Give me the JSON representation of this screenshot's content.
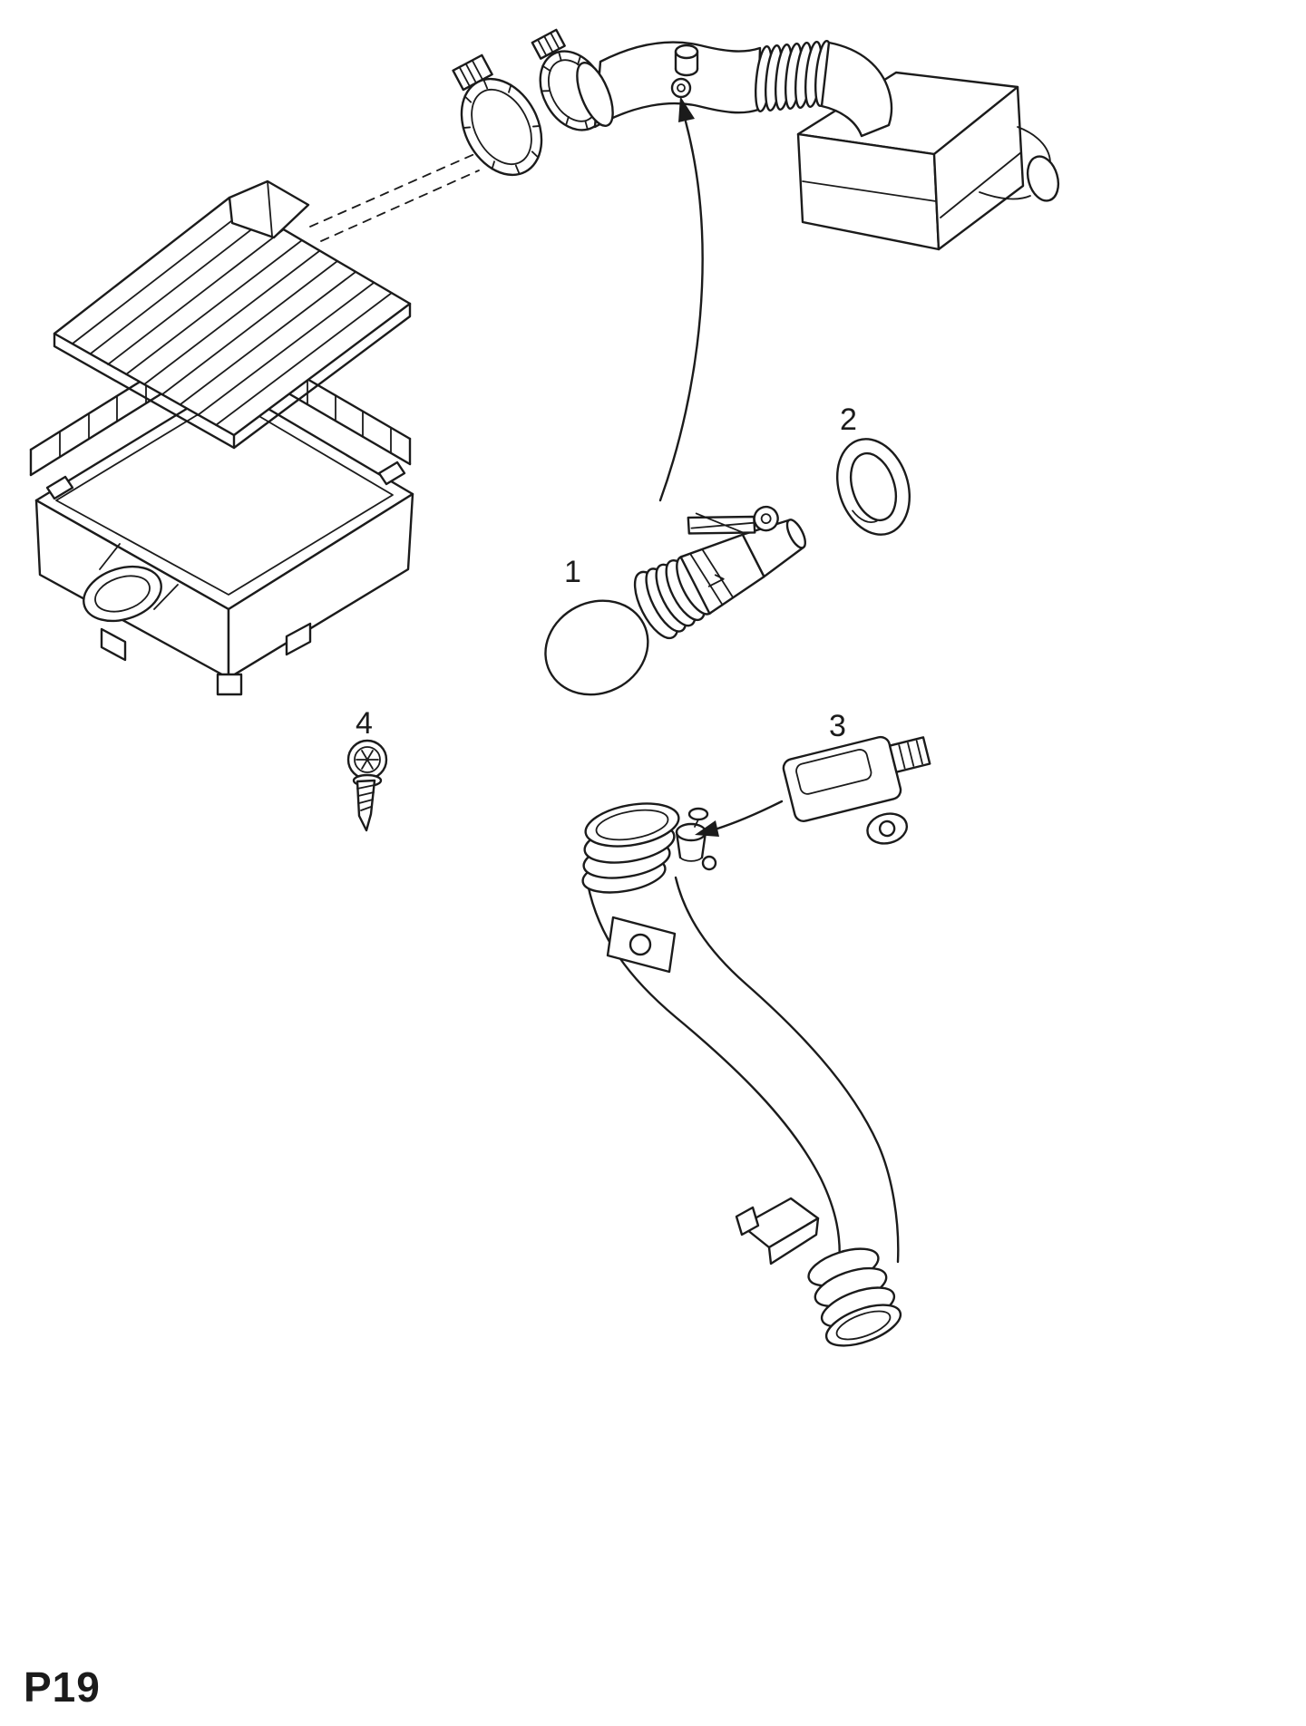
{
  "colors": {
    "background": "#ffffff",
    "line": "#1b1b1b"
  },
  "page": {
    "code": "P19"
  },
  "callouts": [
    {
      "label": "1"
    },
    {
      "label": "2"
    },
    {
      "label": "3"
    },
    {
      "label": "4"
    }
  ]
}
